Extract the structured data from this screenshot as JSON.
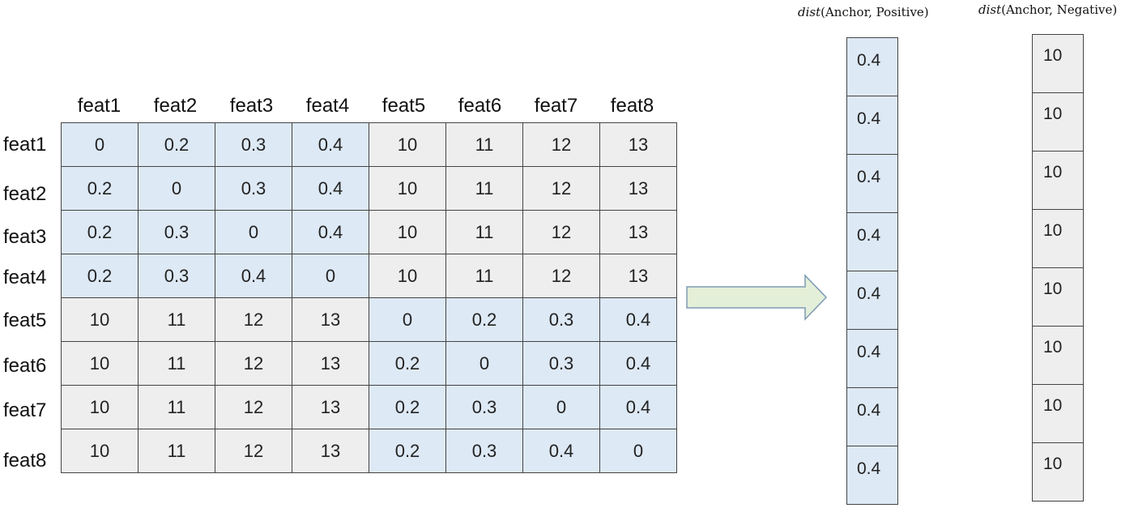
{
  "matrix": {
    "col_headers": [
      "feat1",
      "feat2",
      "feat3",
      "feat4",
      "feat5",
      "feat6",
      "feat7",
      "feat8"
    ],
    "row_headers": [
      "feat1",
      "feat2",
      "feat3",
      "feat4",
      "feat5",
      "feat6",
      "feat7",
      "feat8"
    ],
    "rows": [
      [
        "0",
        "0.2",
        "0.3",
        "0.4",
        "10",
        "11",
        "12",
        "13"
      ],
      [
        "0.2",
        "0",
        "0.3",
        "0.4",
        "10",
        "11",
        "12",
        "13"
      ],
      [
        "0.2",
        "0.3",
        "0",
        "0.4",
        "10",
        "11",
        "12",
        "13"
      ],
      [
        "0.2",
        "0.3",
        "0.4",
        "0",
        "10",
        "11",
        "12",
        "13"
      ],
      [
        "10",
        "11",
        "12",
        "13",
        "0",
        "0.2",
        "0.3",
        "0.4"
      ],
      [
        "10",
        "11",
        "12",
        "13",
        "0.2",
        "0",
        "0.3",
        "0.4"
      ],
      [
        "10",
        "11",
        "12",
        "13",
        "0.2",
        "0.3",
        "0",
        "0.4"
      ],
      [
        "10",
        "11",
        "12",
        "13",
        "0.2",
        "0.3",
        "0.4",
        "0"
      ]
    ]
  },
  "positive_vector": {
    "title_fn": "dist",
    "title_args": "(Anchor, Positive)",
    "values": [
      "0.4",
      "0.4",
      "0.4",
      "0.4",
      "0.4",
      "0.4",
      "0.4",
      "0.4"
    ]
  },
  "negative_vector": {
    "title_fn": "dist",
    "title_args": "(Anchor, Negative)",
    "values": [
      "10",
      "10",
      "10",
      "10",
      "10",
      "10",
      "10",
      "10"
    ]
  },
  "colors": {
    "same_class_fill": "#dde9f5",
    "diff_class_fill": "#eeeeee",
    "arrow_fill": "#e3efd8",
    "arrow_stroke": "#7f9bb5"
  }
}
